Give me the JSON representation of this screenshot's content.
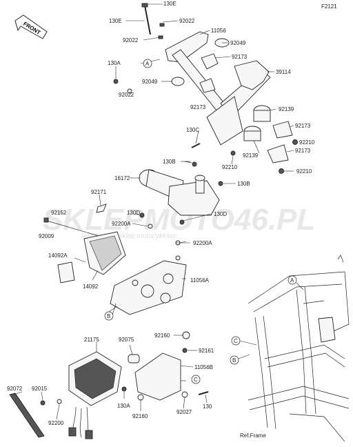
{
  "diagram_code": "F2121",
  "front_label": "FRONT",
  "ref_frame": "Ref.Frame",
  "watermark": {
    "main": "SKLEPMOTO46.PL",
    "sub": "Internetowy sklep motocyklowy"
  },
  "parts": {
    "p130E_top": "130E",
    "p130E_left": "130E",
    "p92022_a": "92022",
    "p92022_b": "92022",
    "p92022_c": "92022",
    "p11056": "11056",
    "p92049_a": "92049",
    "p92049_b": "92049",
    "p92173_a": "92173",
    "p92173_b": "92173",
    "p92173_c": "92173",
    "p92173_d": "92173",
    "p39114": "39114",
    "p130A_top": "130A",
    "p92139_a": "92139",
    "p92139_b": "92139",
    "p130C": "130C",
    "p92210_a": "92210",
    "p92210_b": "92210",
    "p92210_c": "92210",
    "p130B_a": "130B",
    "p130B_b": "130B",
    "p16172": "16172",
    "p92171": "92171",
    "p92152": "92152",
    "p92009": "92009",
    "p130D_a": "130D",
    "p130D_b": "130D",
    "p92200A_a": "92200A",
    "p92200A_b": "92200A",
    "p14092A": "14092A",
    "p14092": "14092",
    "p11056A": "11056A",
    "p21175": "21175",
    "p92075": "92075",
    "p92160_a": "92160",
    "p92160_b": "92160",
    "p92161": "92161",
    "p11056B": "11056B",
    "p92072": "92072",
    "p92015": "92015",
    "p92200": "92200",
    "p130A_bot": "130A",
    "p92027": "92027",
    "p130": "130"
  },
  "callouts": {
    "A1": "A",
    "A2": "A",
    "B1": "B",
    "B2": "B",
    "C1": "C",
    "C2": "C"
  }
}
